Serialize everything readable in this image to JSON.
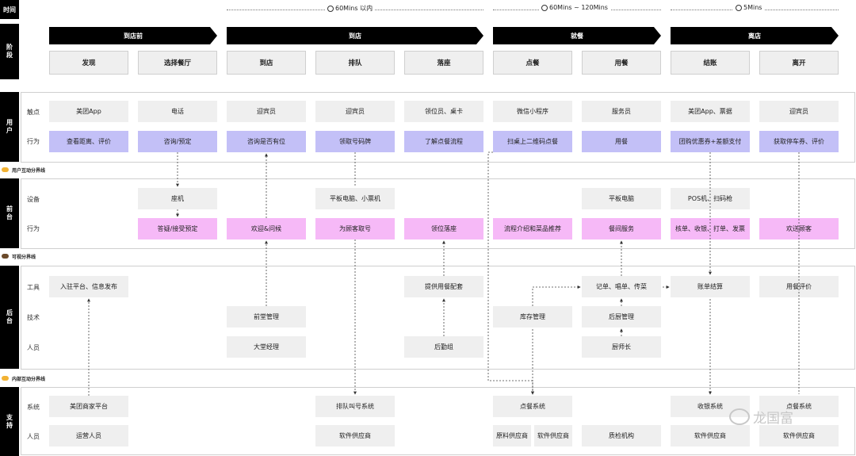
{
  "time_row": {
    "label": "时间",
    "durations": [
      "60Mins 以内",
      "60Mins ~ 120Mins",
      "5Mins"
    ]
  },
  "stage_row": {
    "label": "阶段",
    "phases": [
      "到店前",
      "到店",
      "就餐",
      "离店"
    ],
    "steps": [
      "发现",
      "选择餐厅",
      "到店",
      "排队",
      "落座",
      "点餐",
      "用餐",
      "结账",
      "离开"
    ]
  },
  "user": {
    "label": "用户",
    "touch_label": "触点",
    "action_label": "行为",
    "touchpoints": [
      "美团App",
      "电话",
      "迎宾员",
      "迎宾员",
      "领位员、桌卡",
      "微信小程序",
      "服务员",
      "美团App、票据",
      "迎宾员"
    ],
    "actions": [
      "查看距离、评价",
      "咨询/预定",
      "咨询是否有位",
      "领取号码牌",
      "了解点餐流程",
      "扫桌上二维码点餐",
      "用餐",
      "团购优惠券+差额支付",
      "获取停车券、评价"
    ]
  },
  "divider_user": "用户互动分界线",
  "front": {
    "label": "前台",
    "device_label": "设备",
    "action_label": "行为",
    "devices": [
      "座机",
      "平板电脑、小票机",
      "平板电脑",
      "POS机、扫码枪"
    ],
    "actions": [
      "答疑/接受预定",
      "欢迎&问候",
      "为顾客取号",
      "领位落座",
      "流程介绍和菜品推荐",
      "餐间服务",
      "核单、收银、打单、发票",
      "欢送顾客"
    ]
  },
  "divider_visible": "可视分界线",
  "back": {
    "label": "后台",
    "tool_label": "工具",
    "tech_label": "技术",
    "staff_label": "人员",
    "tools": [
      "入驻平台、信息发布",
      "提供用餐配套",
      "记单、唱单、传菜",
      "账单结算",
      "用餐评价"
    ],
    "tech": [
      "前堂管理",
      "库存管理",
      "后厨管理"
    ],
    "staff": [
      "大堂经理",
      "后勤组",
      "厨师长"
    ]
  },
  "divider_internal": "内部互动分界线",
  "support": {
    "label": "支持",
    "system_label": "系统",
    "staff_label": "人员",
    "systems": [
      "美团商家平台",
      "排队叫号系统",
      "点餐系统",
      "收银系统",
      "点餐系统"
    ],
    "staff": [
      "运营人员",
      "软件供应商",
      "原料供应商",
      "软件供应商",
      "质检机构",
      "软件供应商",
      "软件供应商"
    ]
  },
  "watermark": "龙国富",
  "colors": {
    "purple": "#c3c0f7",
    "pink": "#f6b9f7",
    "gray": "#efefef",
    "black": "#000000"
  }
}
